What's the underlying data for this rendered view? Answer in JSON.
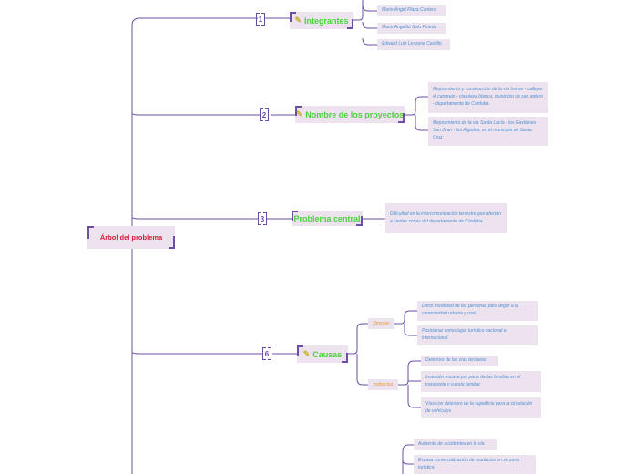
{
  "root": {
    "label": "Árbol del problema"
  },
  "branches": [
    {
      "number": "1",
      "label": "Integrantes",
      "icon": "pencil-icon",
      "leaves": [
        "Mario Ángel Plaza Cantero",
        "Mario Angelito Solo Pineda",
        "Edward Luis Lessone Castillo"
      ]
    },
    {
      "number": "2",
      "label": "Nombre de los proyectos",
      "icon": "pencil-icon",
      "leaves": [
        "Mejoramiento y construcción de la vía Inome - callejas el cangrejo - vía playa blanca, municipio de san antero - departamento de Córdoba.",
        "Mejoramiento de la vía Santa Lucía - los Gavilanes - San Juan - los Algodes, en el municipio de Santa Cruz."
      ]
    },
    {
      "number": "3",
      "label": "Problema central",
      "leaves": [
        "Dificultad en la intercomunicación terrestre que afectan a ciertas zonas del departamento de Córdoba."
      ]
    },
    {
      "number": "6",
      "label": "Causas",
      "icon": "pencil-icon",
      "groups": [
        {
          "label": "Directas",
          "leaves": [
            "Difícil movilidad de las personas para llegar a la conectividad urbana y rural.",
            "Posicionar como lugar turístico nacional e internacional."
          ]
        },
        {
          "label": "Indirectas",
          "leaves": [
            "Deterioro de las vías terciarias",
            "Inversión escasa por parte de las familias en el transporte y cuesta familiar",
            "Vías con deterioro de la superficie para la circulación de vehículos"
          ]
        }
      ]
    },
    {
      "leaves": [
        "Aumento de accidentes en la vía",
        "Escasa comercialización de productos en su zona turística"
      ]
    }
  ],
  "colors": {
    "connector": "#6b4fa6",
    "node_bg": "#ece3ee",
    "main_text": "#4cd13f",
    "root_text": "#d81b33",
    "leaf_text": "#4e8fd4",
    "sub_text": "#e59c2c"
  }
}
